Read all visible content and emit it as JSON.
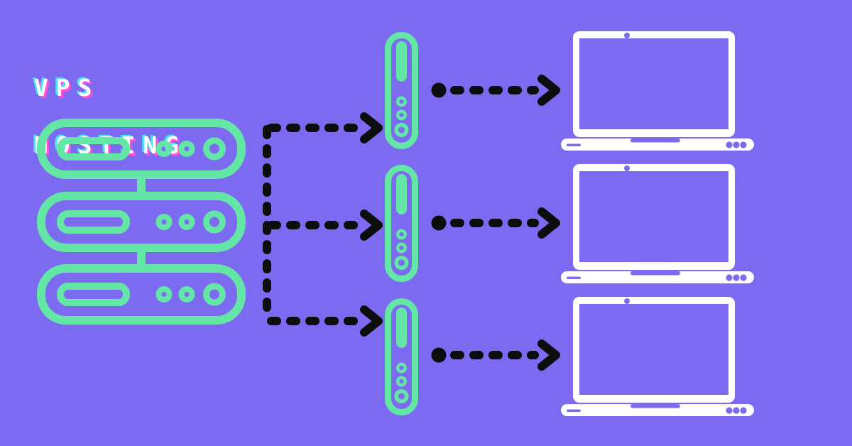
{
  "title": {
    "line1": "VPS",
    "line2": "HOSTING"
  },
  "colors": {
    "background": "#7c6bf0",
    "outline_green": "#63e6a6",
    "arrow_black": "#0d0d0d",
    "device_white": "#ffffff",
    "glitch_cyan": "#47e3f2",
    "glitch_magenta": "#ff50d6"
  },
  "diagram": {
    "server_rack": {
      "icon": "server-rack-icon",
      "unit_count": 3
    },
    "vps_nodes": {
      "icon": "vps-tower-icon",
      "count": 3
    },
    "client_laptops": {
      "icon": "laptop-icon",
      "count": 3
    },
    "connections": {
      "rack_to_vps": {
        "style": "dotted-arrow",
        "count": 3,
        "direction": "right"
      },
      "vps_to_laptop": {
        "style": "dot-dotted-arrow",
        "count": 3,
        "direction": "right"
      }
    }
  }
}
